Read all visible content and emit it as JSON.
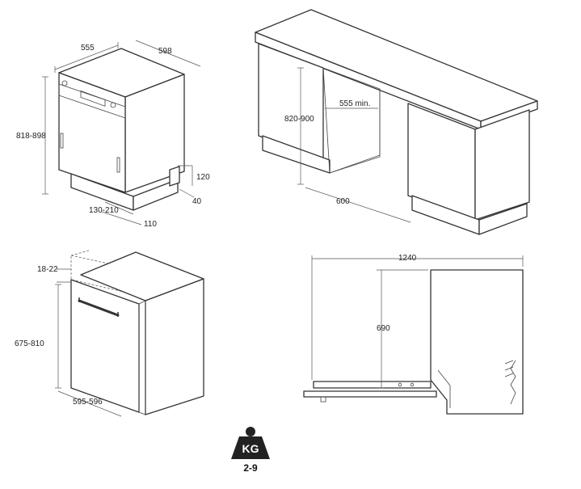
{
  "dimensions": {
    "top_left": {
      "width": "555",
      "depth": "598",
      "height": "818-898",
      "plinth_height": "120",
      "plinth_depth": "40",
      "plinth_range": "130-210",
      "plinth_offset": "110"
    },
    "top_right": {
      "niche_height": "820-900",
      "niche_width": "555 min.",
      "niche_depth": "600"
    },
    "bottom_left": {
      "panel_gap": "18-22",
      "door_height": "675-810",
      "door_width": "595-596"
    },
    "bottom_right": {
      "open_length": "1240",
      "door_height": "690"
    }
  },
  "weight": {
    "icon_label": "KG",
    "range": "2-9"
  }
}
